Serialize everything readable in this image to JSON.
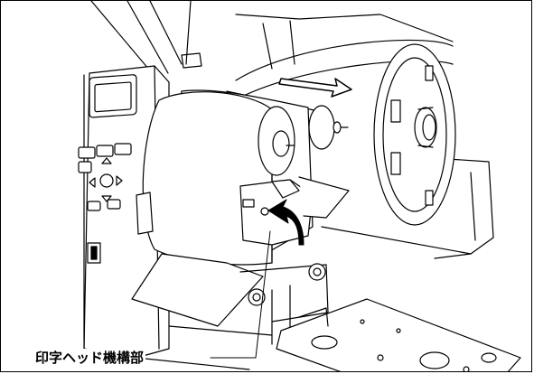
{
  "callout": {
    "label": "印字ヘッド機構部"
  },
  "colors": {
    "line": "#000000",
    "background": "#ffffff",
    "fill": "#ffffff"
  },
  "icons": [
    "pull-arrow",
    "insert-arrow"
  ]
}
